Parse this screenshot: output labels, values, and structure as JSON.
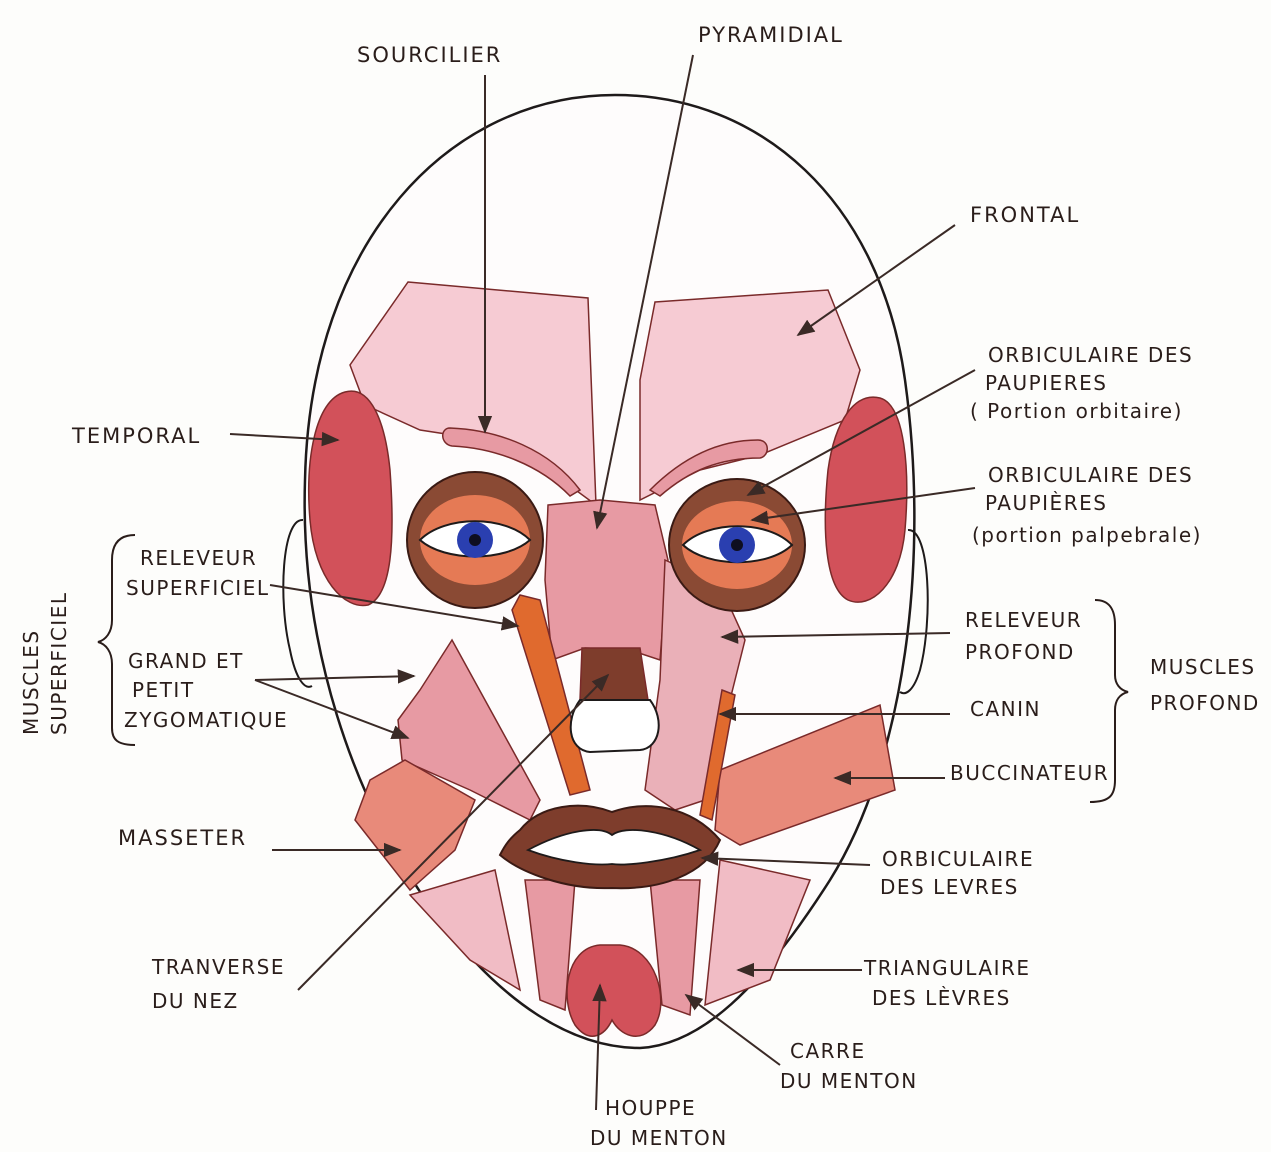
{
  "colors": {
    "paper": "#fdfdfb",
    "light_muscle": "#f6cbd3",
    "mid_muscle": "#e79aa3",
    "dark_muscle": "#d2515a",
    "orange_muscle": "#e06a2e",
    "brown_muscle": "#7e3d2c",
    "iris": "#2a3fb0"
  },
  "labels": {
    "sourcilier": "SOURCILIER",
    "pyramidial": "PYRAMIDIAL",
    "frontal": "FRONTAL",
    "temporal": "TEMPORAL",
    "orb_orbitaire_1": "ORBICULAIRE DES",
    "orb_orbitaire_2": "PAUPIERES",
    "orb_orbitaire_3": "( Portion orbitaire)",
    "orb_palpebrale_1": "ORBICULAIRE DES",
    "orb_palpebrale_2": "PAUPIÈRES",
    "orb_palpebrale_3": "(portion palpebrale)",
    "rel_sup_1": "RELEVEUR",
    "rel_sup_2": "SUPERFICIEL",
    "zygo_1": "GRAND ET",
    "zygo_2": "PETIT",
    "zygo_3": "ZYGOMATIQUE",
    "muscles_sup_1": "MUSCLES",
    "muscles_sup_2": "SUPERFICIEL",
    "rel_prof_1": "RELEVEUR",
    "rel_prof_2": "PROFOND",
    "canin": "CANIN",
    "buccinateur": "BUCCINATEUR",
    "muscles_prof_1": "MUSCLES",
    "muscles_prof_2": "PROFOND",
    "masseter": "MASSETER",
    "orb_levres_1": "ORBICULAIRE",
    "orb_levres_2": "DES LEVRES",
    "transverse_1": "TRANVERSE",
    "transverse_2": "DU NEZ",
    "triang_1": "TRIANGULAIRE",
    "triang_2": "DES LÈVRES",
    "carre_1": "CARRE",
    "carre_2": "DU MENTON",
    "houppe_1": "HOUPPE",
    "houppe_2": "DU MENTON"
  }
}
